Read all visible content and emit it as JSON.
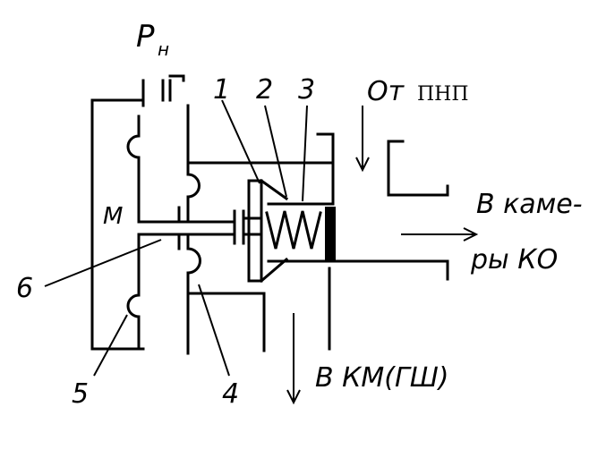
{
  "labels": {
    "pressure_main": "P",
    "pressure_sub": "н",
    "from_prefix": "От",
    "from_source": "ПНП",
    "to_chamber_line1": "В каме-",
    "to_chamber_line2": "ры КО",
    "to_km": "В КМ(ГШ)",
    "chamber_m": "М",
    "part_1": "1",
    "part_2": "2",
    "part_3": "3",
    "part_4": "4",
    "part_5": "5",
    "part_6": "6"
  }
}
